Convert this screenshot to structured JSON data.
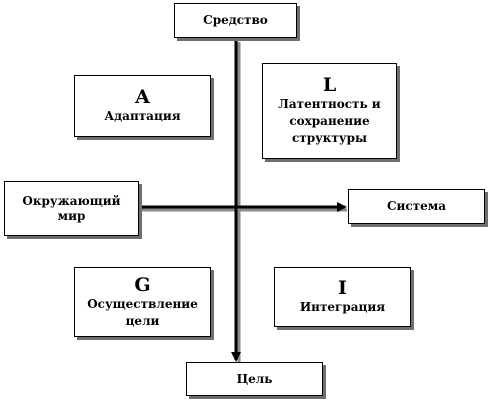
{
  "axes": {
    "top": "Средство",
    "bottom": "Цель",
    "left": "Окружающий мир",
    "right": "Система"
  },
  "quadrants": {
    "a": {
      "letter": "A",
      "name": "Адаптация"
    },
    "l": {
      "letter": "L",
      "name": "Латентность и сохранение структуры"
    },
    "g": {
      "letter": "G",
      "name": "Осуществление цели"
    },
    "i": {
      "letter": "I",
      "name": "Интеграция"
    }
  }
}
